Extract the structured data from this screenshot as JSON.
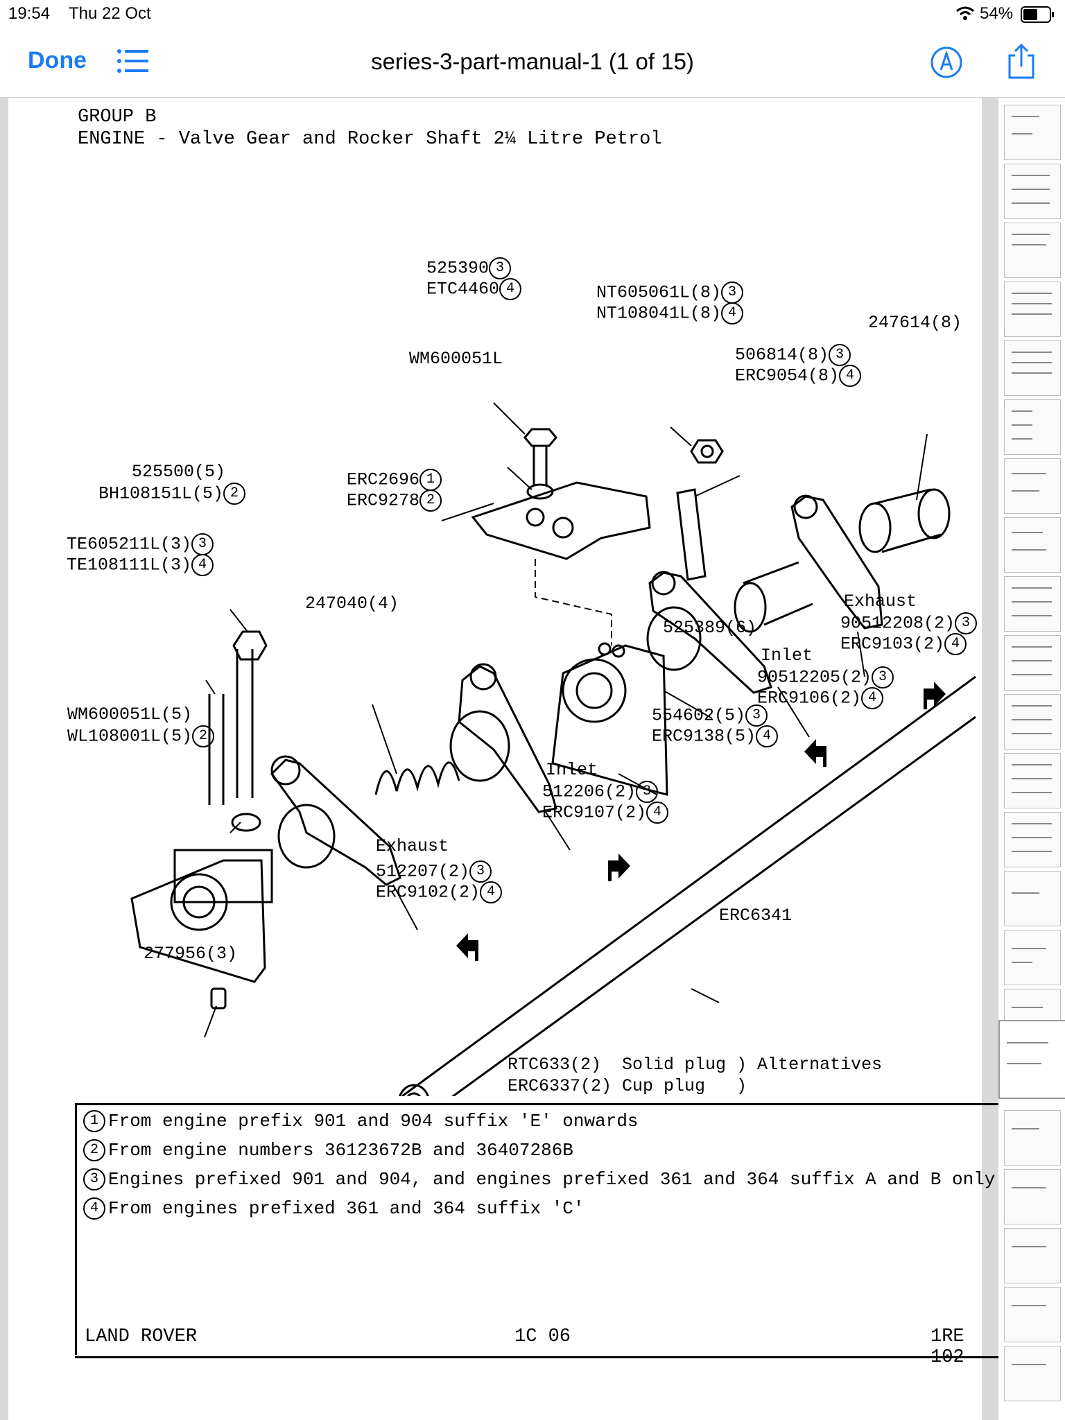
{
  "status_bar": {
    "time": "19:54",
    "date": "Thu 22 Oct",
    "battery": "54%"
  },
  "nav": {
    "done_label": "Done",
    "title": "series-3-part-manual-1 (1 of 15)"
  },
  "page": {
    "header_line1": "GROUP B",
    "header_line2": "ENGINE - Valve Gear and Rocker Shaft 2¼ Litre Petrol",
    "labels": {
      "l1a": "525390",
      "l1b": "ETC4460",
      "l2": "WM600051L",
      "l3a": "NT605061L(8)",
      "l3b": "NT108041L(8)",
      "l4": "247614(8)",
      "l5a": "506814(8)",
      "l5b": "ERC9054(8)",
      "l6a": "525500(5)",
      "l6b": "BH108151L(5)",
      "l7a": "ERC2696",
      "l7b": "ERC9278",
      "l8a": "TE605211L(3)",
      "l8b": "TE108111L(3)",
      "l9": "247040(4)",
      "l10": "525389(6)",
      "l11": "Exhaust",
      "l11a": "90512208(2)",
      "l11b": "ERC9103(2)",
      "l12": "Inlet",
      "l12a": "90512205(2)",
      "l12b": "ERC9106(2)",
      "l13a": "554602(5)",
      "l13b": "ERC9138(5)",
      "l14a": "WM600051L(5)",
      "l14b": "WL108001L(5)",
      "l15": "Inlet",
      "l15a": "512206(2)",
      "l15b": "ERC9107(2)",
      "l16": "Exhaust",
      "l16a": "512207(2)",
      "l16b": "ERC9102(2)",
      "l17": "ERC6341",
      "l18": "277956(3)",
      "l19a": "RTC633(2)  Solid plug ) Alternatives",
      "l19b": "ERC6337(2) Cup plug   )"
    },
    "notes": [
      {
        "num": "1",
        "text": "From engine prefix 901 and 904 suffix 'E' onwards"
      },
      {
        "num": "2",
        "text": "From engine numbers 36123672B and 36407286B"
      },
      {
        "num": "3",
        "text": "Engines prefixed 901 and 904, and engines prefixed 361 and 364 suffix A and B only"
      },
      {
        "num": "4",
        "text": "From engines prefixed 361 and 364 suffix 'C'"
      }
    ],
    "footer": {
      "left": "LAND ROVER",
      "center": "1C 06",
      "right": "1RE 102"
    }
  },
  "icons": {
    "list": "list-icon",
    "markup": "markup-pen-icon",
    "share": "share-icon",
    "wifi": "wifi-icon",
    "battery": "battery-icon"
  },
  "colors": {
    "accent": "#1a7cf5"
  }
}
